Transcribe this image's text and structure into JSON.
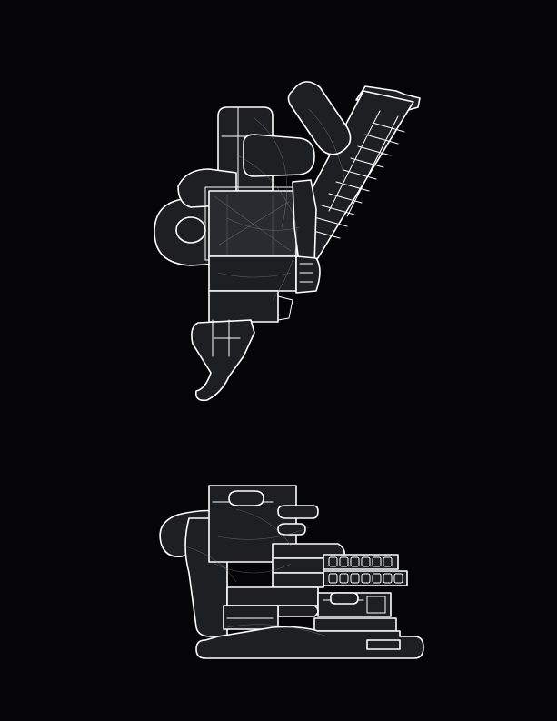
{
  "canvas": {
    "background": "#050507",
    "line_color": "#ffffff",
    "shape_fill": "#1e1f23"
  },
  "drawings": [
    {
      "name": "top-plan-drawing",
      "icon": "line-drawing-plan-view"
    },
    {
      "name": "bottom-elevation-drawing",
      "icon": "line-drawing-side-view"
    }
  ]
}
